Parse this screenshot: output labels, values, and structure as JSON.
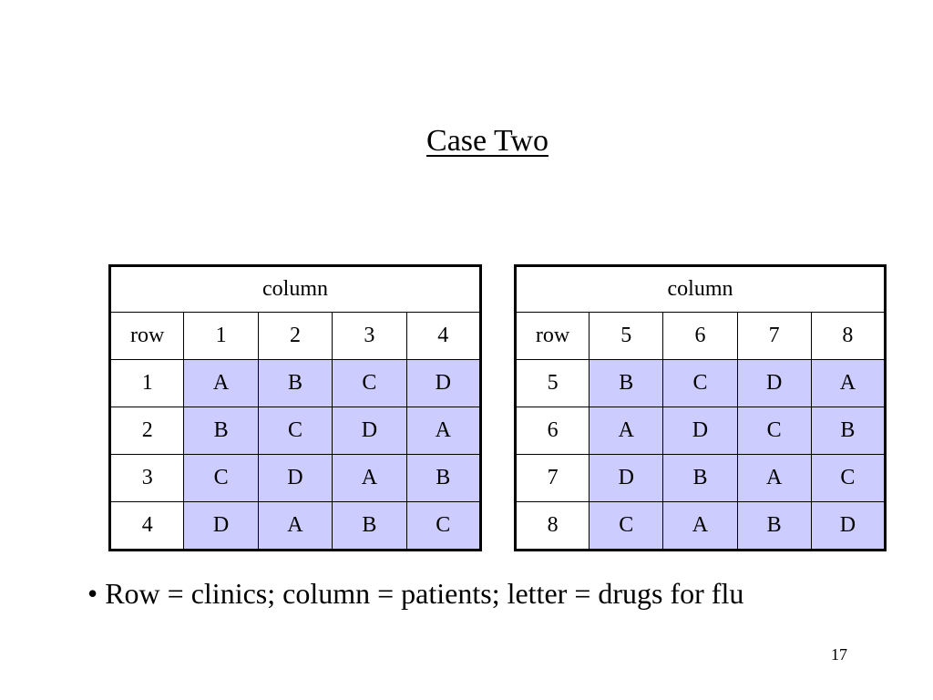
{
  "slide": {
    "title": "Case Two",
    "page_number": "17",
    "caption_bullet": "•",
    "caption": "Row = clinics; column = patients; letter = drugs for flu"
  },
  "tables": [
    {
      "column_header": "column",
      "row_label": "row",
      "columns": [
        "1",
        "2",
        "3",
        "4"
      ],
      "rows": [
        {
          "label": "1",
          "cells": [
            "A",
            "B",
            "C",
            "D"
          ]
        },
        {
          "label": "2",
          "cells": [
            "B",
            "C",
            "D",
            "A"
          ]
        },
        {
          "label": "3",
          "cells": [
            "C",
            "D",
            "A",
            "B"
          ]
        },
        {
          "label": "4",
          "cells": [
            "D",
            "A",
            "B",
            "C"
          ]
        }
      ]
    },
    {
      "column_header": "column",
      "row_label": "row",
      "columns": [
        "5",
        "6",
        "7",
        "8"
      ],
      "rows": [
        {
          "label": "5",
          "cells": [
            "B",
            "C",
            "D",
            "A"
          ]
        },
        {
          "label": "6",
          "cells": [
            "A",
            "D",
            "C",
            "B"
          ]
        },
        {
          "label": "7",
          "cells": [
            "D",
            "B",
            "A",
            "C"
          ]
        },
        {
          "label": "8",
          "cells": [
            "C",
            "A",
            "B",
            "D"
          ]
        }
      ]
    }
  ],
  "colors": {
    "cell_fill": "#ccccff"
  }
}
